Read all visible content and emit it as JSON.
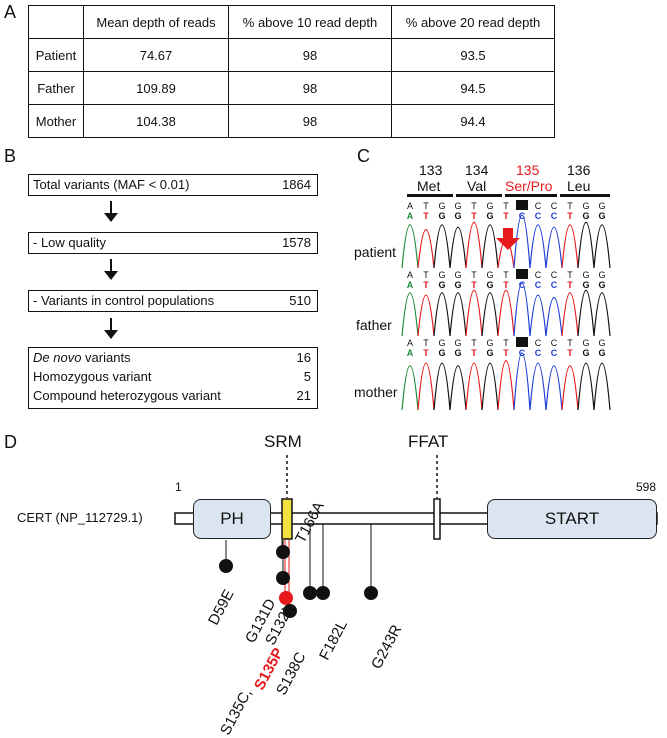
{
  "panelA": {
    "letter": "A",
    "headers": [
      "",
      "Mean depth of reads",
      "% above 10 read depth",
      "% above 20 read depth"
    ],
    "rows": [
      {
        "label": "Patient",
        "mean": "74.67",
        "above10": "98",
        "above20": "93.5"
      },
      {
        "label": "Father",
        "mean": "109.89",
        "above10": "98",
        "above20": "94.5"
      },
      {
        "label": "Mother",
        "mean": "104.38",
        "above10": "98",
        "above20": "94.4"
      }
    ]
  },
  "panelB": {
    "letter": "B",
    "total_label": "Total variants (MAF < 0.01)",
    "total_value": "1864",
    "lowq_label": "- Low quality",
    "lowq_value": "1578",
    "control_label": "- Variants in control populations",
    "control_value": "510",
    "denovo_em": "De novo",
    "denovo_rest": " variants",
    "denovo_value": "16",
    "homo_label": "Homozygous variant",
    "homo_value": "5",
    "compound_label": "Compound heterozygous variant",
    "compound_value": "21"
  },
  "panelC": {
    "letter": "C",
    "codons": [
      {
        "num": "133",
        "aa": "Met"
      },
      {
        "num": "134",
        "aa": "Val"
      },
      {
        "num": "135",
        "aa": "Ser/Pro"
      },
      {
        "num": "136",
        "aa": "Leu"
      }
    ],
    "samples": [
      "patient",
      "father",
      "mother"
    ],
    "highlight_color": "#e8191c"
  },
  "panelD": {
    "letter": "D",
    "protein_label": "CERT (NP_112729.1)",
    "start_pos": "1",
    "end_pos": "598",
    "domains": [
      "PH",
      "START"
    ],
    "motifs": [
      "SRM",
      "FFAT"
    ],
    "above_mutation": "T166A",
    "mutations": [
      "D59E",
      "G131D",
      "S132L",
      "S135C,",
      "S135P",
      "S138C",
      "F182L",
      "G243R"
    ],
    "highlight_color": "#e8191c",
    "srm_color": "#f4e23c",
    "domain_color": "#dbe5f1"
  }
}
